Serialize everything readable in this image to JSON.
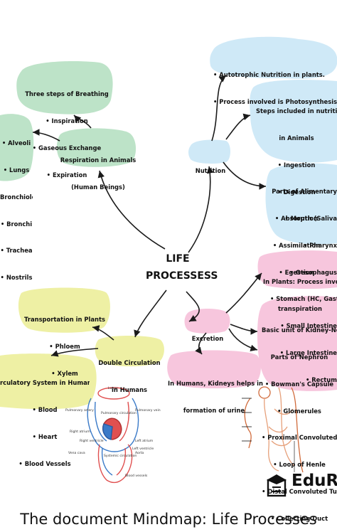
{
  "center": {
    "line1": "LIFE",
    "line2": "PROCESSESS"
  },
  "nodes": {
    "nutrition": "Nutrition",
    "autotrophic": [
      "• Autotrophic Nutrition in plants.",
      "• Process involved is Photosynthesis"
    ],
    "nutrition_steps": [
      "Steps included in nutrition",
      "in Animals",
      "• Ingestion",
      "• Digestion",
      "• Absorption",
      "• Assimilation",
      "• Egestion"
    ],
    "alimentary": [
      "Parts of Alimentary",
      "• Mouth (Saliva",
      "• Pharynx",
      "• Oesophagus",
      "• Stomach (HC, Gastric",
      "• Small Intestine",
      "• Large Intestine",
      "• Rectum"
    ],
    "respiration": [
      "Respiration in Animals",
      "(Human Beings)"
    ],
    "breathing_steps": [
      "Three steps of Breathing",
      "• Inspiration",
      "• Gaseous Exchange",
      "• Expiration"
    ],
    "respiratory_parts": [
      "• Alveoli",
      "• Lungs",
      "Bronchioles",
      "• Bronchi",
      "• Trachea",
      "• Nostrils"
    ],
    "excretion": "Excretion",
    "plants_excretion": [
      "In Plants: Process involv",
      "transpiration"
    ],
    "kidney_unit": [
      "Basic unit of Kidney-Ne",
      "Parts of Nephron",
      "• Bowman's Capsule",
      "• Glomerules",
      "• Proximal Convoluted T",
      "• Loop of Henle",
      "• Distal Convoluted Tu",
      "• Collecting Duct"
    ],
    "humans_kidneys": [
      "In Humans, Kidneys helps in",
      "formation of urine"
    ],
    "circulation": [
      "Double Circulation",
      "in Humans"
    ],
    "transport_plants": [
      "Transportation in Plants",
      "• Phloem",
      "• Xylem"
    ],
    "circulatory_system": [
      "rculatory System in Humans",
      "• Blood",
      "• Heart",
      "• Blood Vessels"
    ]
  },
  "heart_labels": [
    "Lungs",
    "Pulmonary artery",
    "Pulmonary circulation",
    "Pulmonary vein",
    "Right atrium",
    "Left atrium",
    "Right ventricle",
    "Left ventricle",
    "Vena cava",
    "Aorta",
    "Systemic circulation",
    "Blood vessels"
  ],
  "brand": "EduR",
  "footer": "The document Mindmap: Life Processes",
  "colors": {
    "blue": "#cfe9f7",
    "green": "#bde3c8",
    "yellow": "#eef0a4",
    "pink": "#f7c6dd",
    "arrow": "#1a1a1a"
  }
}
